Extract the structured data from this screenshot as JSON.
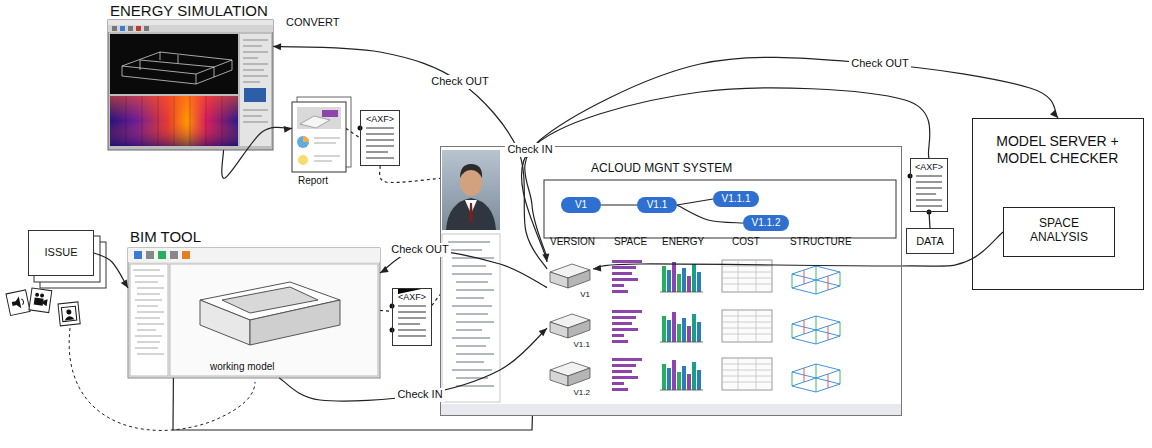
{
  "diagram": {
    "nodes": [
      {
        "text": [
          "ENERGY SIMULATION"
        ]
      },
      {
        "text": [
          "Report"
        ]
      },
      {
        "text": [
          "<AXF>"
        ]
      },
      {
        "text": [
          "ISSUE"
        ]
      },
      {
        "text": [
          "BIM TOOL",
          "working model"
        ]
      },
      {
        "text": [
          "<AXF>"
        ]
      },
      {
        "text": [
          "ACLOUD MGNT SYSTEM"
        ]
      },
      {
        "text": [
          "V1"
        ],
        "in": 6
      },
      {
        "text": [
          "V1.1"
        ],
        "in": 6
      },
      {
        "text": [
          "V1.1.1"
        ],
        "in": 6
      },
      {
        "text": [
          "V1.1.2"
        ],
        "in": 6
      },
      {
        "text": [
          "V1"
        ],
        "in": 6
      },
      {
        "text": [
          "V1.1"
        ],
        "in": 6
      },
      {
        "text": [
          "V1.2"
        ],
        "in": 6
      },
      {
        "text": [
          "<AXF>"
        ]
      },
      {
        "text": [
          "DATA"
        ]
      },
      {
        "text": [
          "MODEL SERVER + MODEL CHECKER"
        ]
      },
      {
        "text": [
          "SPACE ANALYSIS"
        ],
        "in": 16
      }
    ],
    "edges": [
      {
        "from": 0,
        "to": 1,
        "arrow": "to"
      },
      {
        "from": 1,
        "to": 2,
        "arrow": "none"
      },
      {
        "from": 11,
        "to": 0,
        "label": "Check OUT",
        "arrow": "to"
      },
      {
        "from": 2,
        "to": 6,
        "arrow": "none"
      },
      {
        "from": 7,
        "to": 8,
        "arrow": "none"
      },
      {
        "from": 8,
        "to": 9,
        "arrow": "none"
      },
      {
        "from": 8,
        "to": 10,
        "arrow": "none"
      },
      {
        "from": 11,
        "to": 4,
        "label": "Check OUT",
        "arrow": "to"
      },
      {
        "from": 4,
        "to": 12,
        "label": "Check IN",
        "arrow": "to"
      },
      {
        "from": 4,
        "to": 5,
        "arrow": "none"
      },
      {
        "from": 5,
        "to": 6,
        "arrow": "none"
      },
      {
        "from": 3,
        "to": 4,
        "arrow": "to"
      },
      {
        "from": 4,
        "to": 6,
        "arrow": "none"
      },
      {
        "from": 14,
        "to": 11,
        "label": "Check IN",
        "arrow": "to"
      },
      {
        "from": 11,
        "to": 16,
        "label": "Check OUT",
        "arrow": "to"
      },
      {
        "from": 17,
        "to": 11,
        "arrow": "to"
      },
      {
        "from": 14,
        "to": 15,
        "arrow": "none"
      }
    ],
    "labels": [
      "CONVERT",
      "VERSION",
      "SPACE",
      "ENERGY",
      "COST",
      "STRUCTURE"
    ]
  }
}
